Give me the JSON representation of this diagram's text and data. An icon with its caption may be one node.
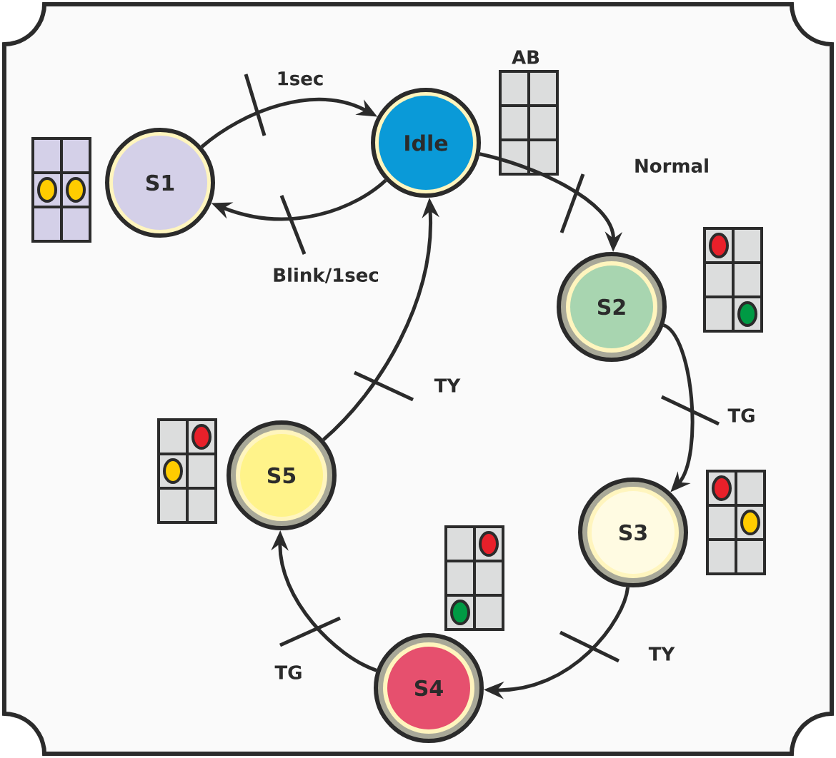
{
  "diagram": {
    "nodes": [
      {
        "text": [
          "Idle"
        ]
      },
      {
        "text": [
          "S1"
        ]
      },
      {
        "text": [
          "S2"
        ]
      },
      {
        "text": [
          "S3"
        ]
      },
      {
        "text": [
          "S4"
        ]
      },
      {
        "text": [
          "S5"
        ]
      }
    ],
    "edges": [
      {
        "from": 1,
        "to": 0,
        "arrow": "to",
        "label": "1sec"
      },
      {
        "from": 0,
        "to": 1,
        "arrow": "to",
        "label": "Blink/1sec"
      },
      {
        "from": 0,
        "to": 2,
        "arrow": "to",
        "label": "Normal"
      },
      {
        "from": 2,
        "to": 3,
        "arrow": "to",
        "label": "TG"
      },
      {
        "from": 3,
        "to": 4,
        "arrow": "to",
        "label": "TY"
      },
      {
        "from": 4,
        "to": 5,
        "arrow": "to",
        "label": "TG"
      },
      {
        "from": 5,
        "to": 0,
        "arrow": "to",
        "label": "TY"
      }
    ],
    "labels": [
      "AB"
    ]
  }
}
